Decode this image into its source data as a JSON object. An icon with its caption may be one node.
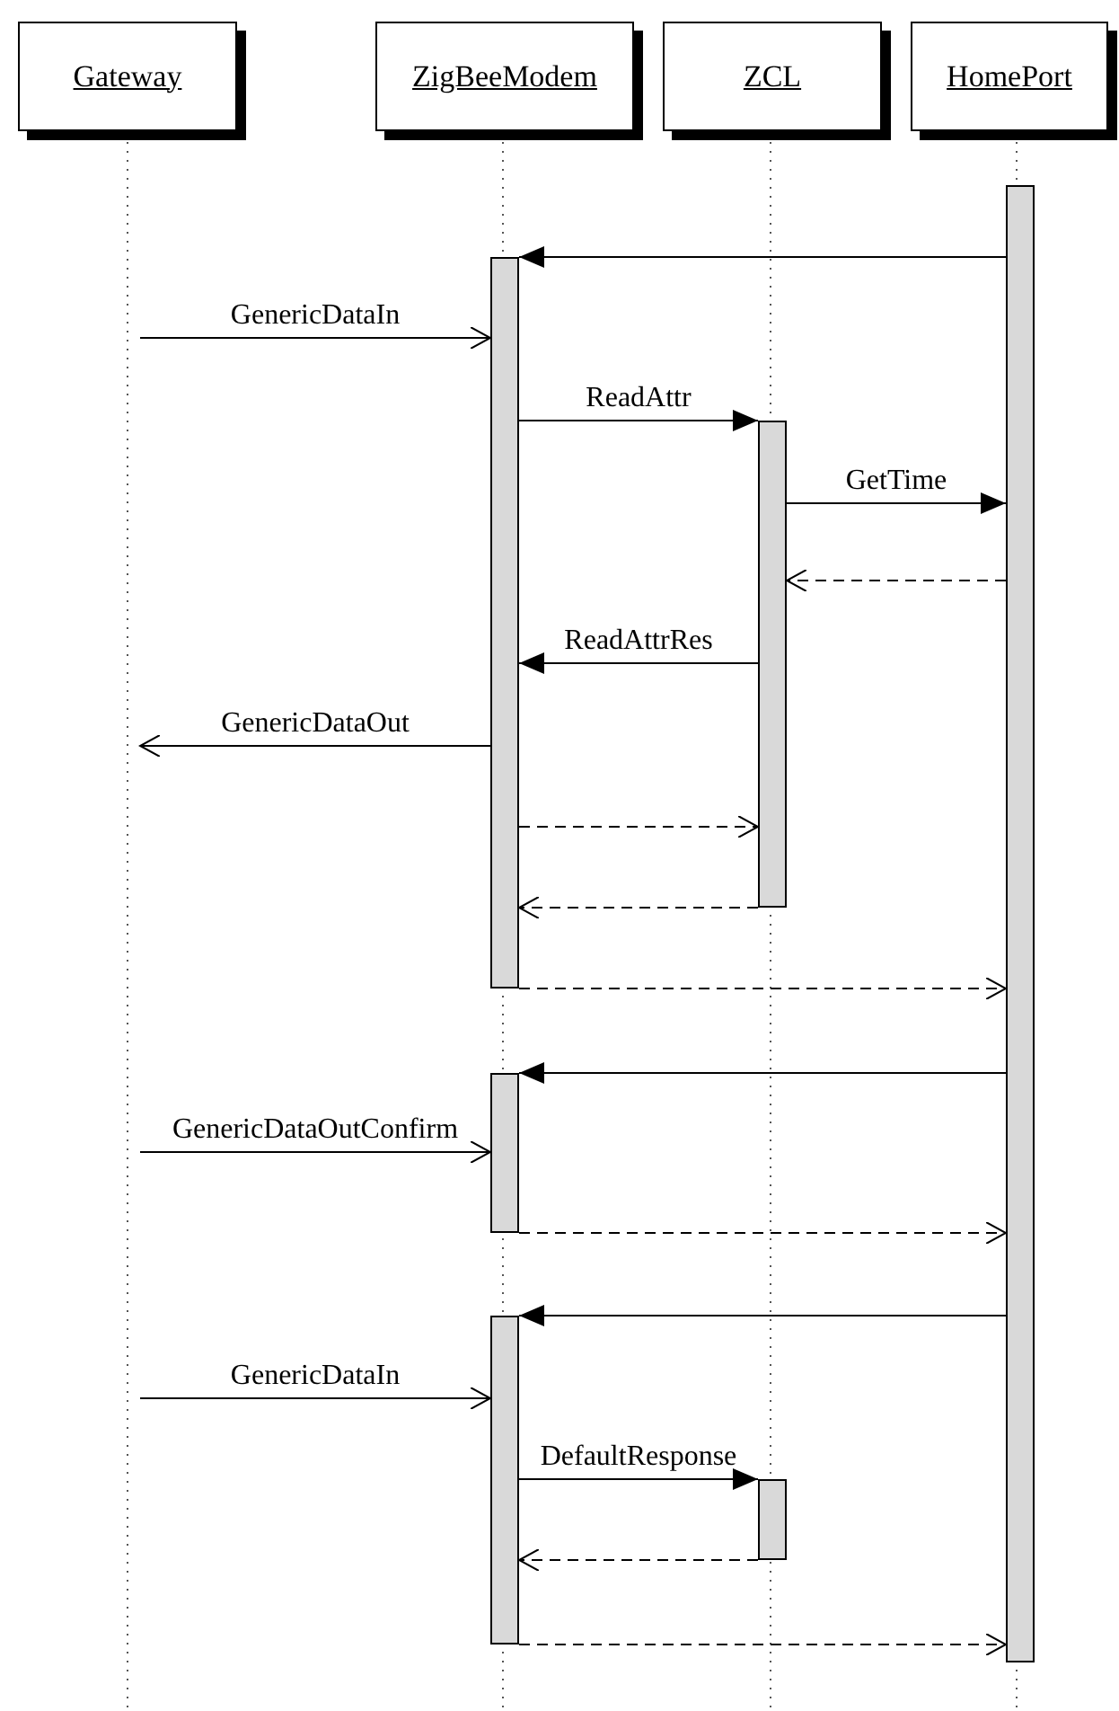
{
  "diagram": {
    "nodes": [
      {
        "text": [
          "Gateway"
        ]
      },
      {
        "text": [
          "ZigBeeModem"
        ]
      },
      {
        "text": [
          "ZCL"
        ]
      },
      {
        "text": [
          "HomePort"
        ]
      },
      {
        "text": [],
        "shape": "bar"
      },
      {
        "text": [],
        "shape": "bar"
      },
      {
        "text": [],
        "shape": "bar"
      },
      {
        "text": [],
        "shape": "bar"
      },
      {
        "text": [],
        "shape": "bar"
      },
      {
        "text": [],
        "shape": "bar"
      }
    ],
    "edges": [
      {
        "from": 4,
        "to": 5,
        "arrow": "to"
      },
      {
        "from": 0,
        "to": 5,
        "arrow": "to",
        "label": "GenericDataIn"
      },
      {
        "from": 5,
        "to": 6,
        "arrow": "to",
        "label": "ReadAttr"
      },
      {
        "from": 6,
        "to": 4,
        "arrow": "to",
        "label": "GetTime"
      },
      {
        "from": 4,
        "to": 6,
        "arrow": "to",
        "style": "dashed"
      },
      {
        "from": 6,
        "to": 5,
        "arrow": "to",
        "label": "ReadAttrRes"
      },
      {
        "from": 5,
        "to": 0,
        "arrow": "to",
        "label": "GenericDataOut"
      },
      {
        "from": 5,
        "to": 6,
        "arrow": "to",
        "style": "dashed"
      },
      {
        "from": 6,
        "to": 5,
        "arrow": "to",
        "style": "dashed"
      },
      {
        "from": 5,
        "to": 4,
        "arrow": "to",
        "style": "dashed"
      },
      {
        "from": 4,
        "to": 7,
        "arrow": "to"
      },
      {
        "from": 0,
        "to": 7,
        "arrow": "to",
        "label": "GenericDataOutConfirm"
      },
      {
        "from": 7,
        "to": 4,
        "arrow": "to",
        "style": "dashed"
      },
      {
        "from": 4,
        "to": 8,
        "arrow": "to"
      },
      {
        "from": 0,
        "to": 8,
        "arrow": "to",
        "label": "GenericDataIn"
      },
      {
        "from": 8,
        "to": 9,
        "arrow": "to",
        "label": "DefaultResponse"
      },
      {
        "from": 9,
        "to": 8,
        "arrow": "to",
        "style": "dashed"
      },
      {
        "from": 8,
        "to": 4,
        "arrow": "to",
        "style": "dashed"
      }
    ]
  }
}
